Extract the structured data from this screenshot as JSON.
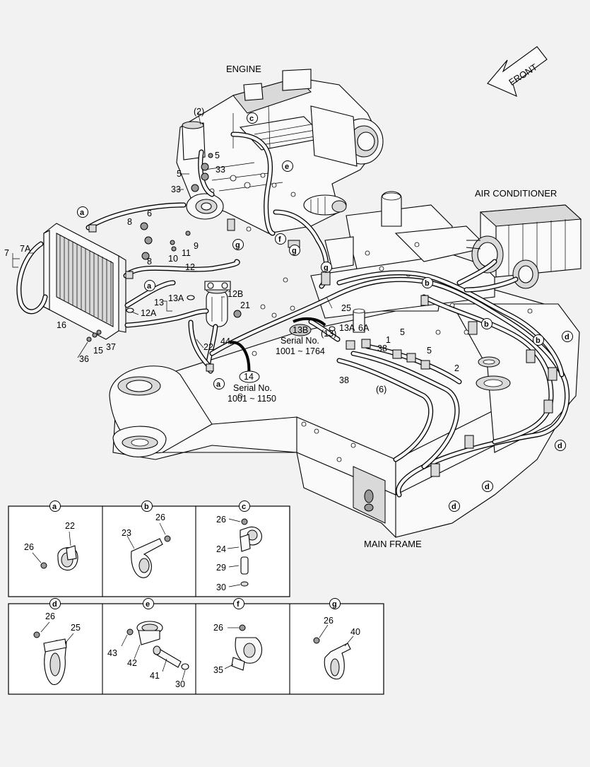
{
  "titles": {
    "engine": "ENGINE",
    "air_conditioner": "AIR CONDITIONER",
    "main_frame": "MAIN FRAME",
    "front_arrow": "FRONT"
  },
  "serial_notes": {
    "note_14": {
      "callout": "14",
      "line1": "Serial No.",
      "line2": "1001 ~ 1150"
    },
    "note_13B": {
      "callout": "13B",
      "line1": "Serial No.",
      "line2": "1001 ~ 1764"
    }
  },
  "part_labels": {
    "p2_paren": "(2)",
    "p5a": "5",
    "p5b": "5",
    "p33a": "33",
    "p33b": "33",
    "p6": "6",
    "p8a": "8",
    "p8b": "8",
    "p10": "10",
    "p11": "11",
    "p9": "9",
    "p12": "12",
    "p7": "7",
    "p7A": "7A",
    "p16": "16",
    "p12A": "12A",
    "p13": "13",
    "p13A": "13A",
    "p12B": "12B",
    "p21": "21",
    "p22": "22",
    "p44": "44",
    "p36": "36",
    "p15": "15",
    "p37": "37",
    "p25": "25",
    "p13_paren": "(13)",
    "p13A2": "13A",
    "p6A": "6A",
    "p38a": "38",
    "p1": "1",
    "p5c": "5",
    "p5d": "5",
    "p2": "2",
    "p38b": "38",
    "p6_paren": "(6)"
  },
  "callout_letters": [
    "a",
    "b",
    "c",
    "d",
    "e",
    "f",
    "g"
  ],
  "detail_boxes": {
    "row1": [
      {
        "letter": "a",
        "labels": [
          "22",
          "26"
        ]
      },
      {
        "letter": "b",
        "labels": [
          "26",
          "23"
        ]
      },
      {
        "letter": "c",
        "labels": [
          "26",
          "24",
          "29",
          "30"
        ]
      }
    ],
    "row2": [
      {
        "letter": "d",
        "labels": [
          "26",
          "25"
        ]
      },
      {
        "letter": "e",
        "labels": [
          "43",
          "42",
          "41",
          "30"
        ]
      },
      {
        "letter": "f",
        "labels": [
          "26",
          "35"
        ]
      },
      {
        "letter": "g",
        "labels": [
          "26",
          "40"
        ]
      }
    ]
  },
  "colors": {
    "background": "#f2f2f2",
    "line": "#000000",
    "callout_fill": "#ffffff"
  }
}
